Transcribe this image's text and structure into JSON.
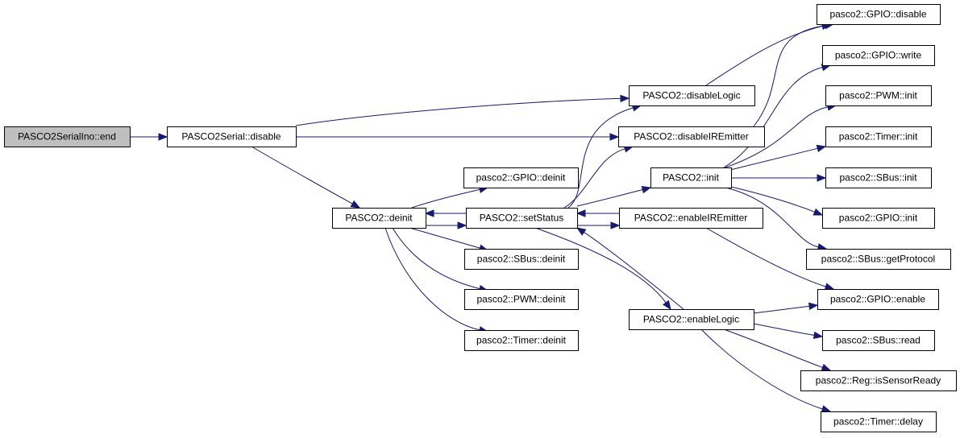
{
  "colors": {
    "edge": "#191970",
    "node_fill": "#ffffff",
    "root_fill": "#bfbfbf",
    "node_stroke": "#000000"
  },
  "root": "PASCO2SerialIno::end",
  "nodes": [
    {
      "id": "n_end",
      "label": "PASCO2SerialIno::end",
      "root": true
    },
    {
      "id": "n_disable",
      "label": "PASCO2Serial::disable"
    },
    {
      "id": "n_deinit",
      "label": "PASCO2::deinit"
    },
    {
      "id": "n_setstatus",
      "label": "PASCO2::setStatus"
    },
    {
      "id": "n_disablelogic",
      "label": "PASCO2::disableLogic"
    },
    {
      "id": "n_disableir",
      "label": "PASCO2::disableIREmitter"
    },
    {
      "id": "n_init",
      "label": "PASCO2::init"
    },
    {
      "id": "n_enableir",
      "label": "PASCO2::enableIREmitter"
    },
    {
      "id": "n_enablelogic",
      "label": "PASCO2::enableLogic"
    },
    {
      "id": "n_gpio_deinit",
      "label": "pasco2::GPIO::deinit"
    },
    {
      "id": "n_sbus_deinit",
      "label": "pasco2::SBus::deinit"
    },
    {
      "id": "n_pwm_deinit",
      "label": "pasco2::PWM::deinit"
    },
    {
      "id": "n_timer_deinit",
      "label": "pasco2::Timer::deinit"
    },
    {
      "id": "n_gpio_disable",
      "label": "pasco2::GPIO::disable"
    },
    {
      "id": "n_gpio_write",
      "label": "pasco2::GPIO::write"
    },
    {
      "id": "n_pwm_init",
      "label": "pasco2::PWM::init"
    },
    {
      "id": "n_timer_init",
      "label": "pasco2::Timer::init"
    },
    {
      "id": "n_sbus_init",
      "label": "pasco2::SBus::init"
    },
    {
      "id": "n_gpio_init",
      "label": "pasco2::GPIO::init"
    },
    {
      "id": "n_sbus_getprotocol",
      "label": "pasco2::SBus::getProtocol"
    },
    {
      "id": "n_gpio_enable",
      "label": "pasco2::GPIO::enable"
    },
    {
      "id": "n_sbus_read",
      "label": "pasco2::SBus::read"
    },
    {
      "id": "n_reg_ready",
      "label": "pasco2::Reg::isSensorReady"
    },
    {
      "id": "n_timer_delay",
      "label": "pasco2::Timer::delay"
    }
  ],
  "edges": [
    {
      "from": "n_end",
      "to": "n_disable"
    },
    {
      "from": "n_disable",
      "to": "n_disablelogic"
    },
    {
      "from": "n_disable",
      "to": "n_disableir"
    },
    {
      "from": "n_disable",
      "to": "n_deinit"
    },
    {
      "from": "n_deinit",
      "to": "n_gpio_deinit"
    },
    {
      "from": "n_deinit",
      "to": "n_setstatus"
    },
    {
      "from": "n_deinit",
      "to": "n_sbus_deinit"
    },
    {
      "from": "n_deinit",
      "to": "n_pwm_deinit"
    },
    {
      "from": "n_deinit",
      "to": "n_timer_deinit"
    },
    {
      "from": "n_setstatus",
      "to": "n_deinit"
    },
    {
      "from": "n_setstatus",
      "to": "n_disablelogic"
    },
    {
      "from": "n_setstatus",
      "to": "n_disableir"
    },
    {
      "from": "n_setstatus",
      "to": "n_init"
    },
    {
      "from": "n_setstatus",
      "to": "n_enableir"
    },
    {
      "from": "n_setstatus",
      "to": "n_enablelogic"
    },
    {
      "from": "n_enableir",
      "to": "n_setstatus"
    },
    {
      "from": "n_enablelogic",
      "to": "n_setstatus"
    },
    {
      "from": "n_enableir",
      "to": "n_gpio_enable"
    },
    {
      "from": "n_disablelogic",
      "to": "n_gpio_disable"
    },
    {
      "from": "n_disableir",
      "to": "n_gpio_disable"
    },
    {
      "from": "n_init",
      "to": "n_gpio_write"
    },
    {
      "from": "n_init",
      "to": "n_pwm_init"
    },
    {
      "from": "n_init",
      "to": "n_timer_init"
    },
    {
      "from": "n_init",
      "to": "n_sbus_init"
    },
    {
      "from": "n_init",
      "to": "n_gpio_init"
    },
    {
      "from": "n_init",
      "to": "n_sbus_getprotocol"
    },
    {
      "from": "n_enablelogic",
      "to": "n_gpio_enable"
    },
    {
      "from": "n_enablelogic",
      "to": "n_sbus_read"
    },
    {
      "from": "n_enablelogic",
      "to": "n_reg_ready"
    },
    {
      "from": "n_enablelogic",
      "to": "n_timer_delay"
    }
  ]
}
